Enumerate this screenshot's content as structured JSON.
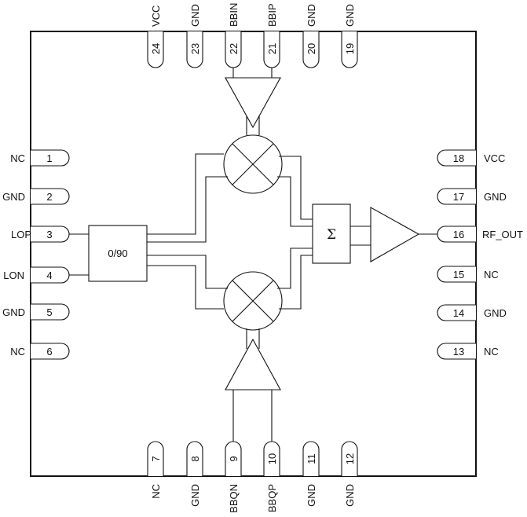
{
  "pins": {
    "left": [
      {
        "num": "1",
        "label": "NC"
      },
      {
        "num": "2",
        "label": "GND"
      },
      {
        "num": "3",
        "label": "LOP"
      },
      {
        "num": "4",
        "label": "LON"
      },
      {
        "num": "5",
        "label": "GND"
      },
      {
        "num": "6",
        "label": "NC"
      }
    ],
    "bottom": [
      {
        "num": "7",
        "label": "NC"
      },
      {
        "num": "8",
        "label": "GND"
      },
      {
        "num": "9",
        "label": "BBQN"
      },
      {
        "num": "10",
        "label": "BBQP"
      },
      {
        "num": "11",
        "label": "GND"
      },
      {
        "num": "12",
        "label": "GND"
      }
    ],
    "right": [
      {
        "num": "13",
        "label": "NC"
      },
      {
        "num": "14",
        "label": "GND"
      },
      {
        "num": "15",
        "label": "NC"
      },
      {
        "num": "16",
        "label": "RF_OUT"
      },
      {
        "num": "17",
        "label": "GND"
      },
      {
        "num": "18",
        "label": "VCC"
      }
    ],
    "top": [
      {
        "num": "19",
        "label": "GND"
      },
      {
        "num": "20",
        "label": "GND"
      },
      {
        "num": "21",
        "label": "BBIP"
      },
      {
        "num": "22",
        "label": "BBIN"
      },
      {
        "num": "23",
        "label": "GND"
      },
      {
        "num": "24",
        "label": "VCC"
      }
    ]
  },
  "blocks": {
    "phase_splitter": "0/90",
    "summer": "Σ"
  }
}
